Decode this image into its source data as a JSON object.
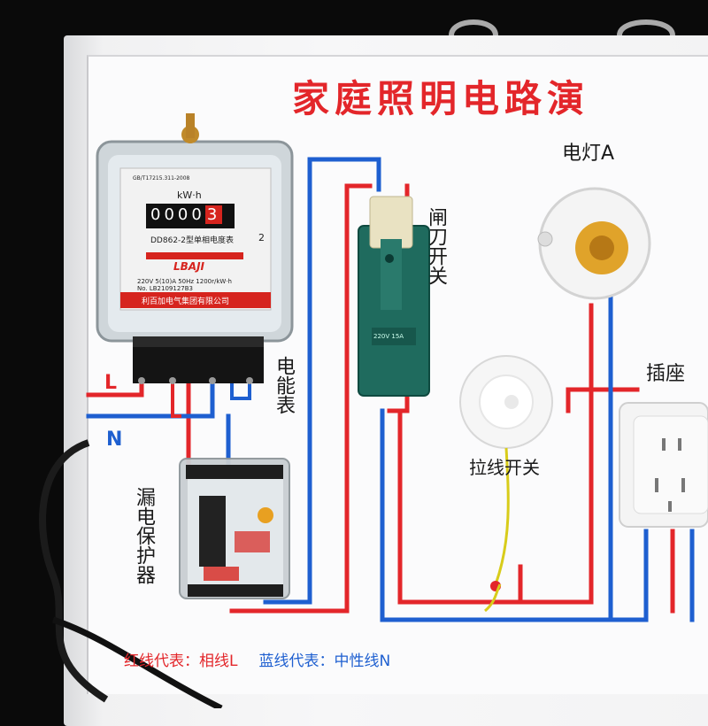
{
  "title": "家庭照明电路演",
  "labels": {
    "lamp": "电灯A",
    "knife_switch": "闸刀开关",
    "meter": "电能表",
    "leakage_protector": "漏电保护器",
    "socket": "插座",
    "pull_switch": "拉线开关",
    "L": "L",
    "N": "N"
  },
  "legend": {
    "red": "红线代表：相线L",
    "blue": "蓝线代表：中性线N"
  },
  "meter": {
    "unit": "kW·h",
    "digits": [
      "0",
      "0",
      "0",
      "0",
      "3"
    ],
    "model": "DD862-2型单相电度表",
    "phase_mark": "2",
    "brand": "LBAJI",
    "spec": "220V   5(10)A   50Hz   1200r/kW·h",
    "serial": "No. LB2109127B3",
    "maker": "利百加电气集团有限公司",
    "std": "GB/T17215.311-2008"
  },
  "knife_rating": "220V 15A",
  "colors": {
    "phase": "#e3262a",
    "neutral": "#1e5fd0",
    "device_green": "#1f6b5e"
  }
}
